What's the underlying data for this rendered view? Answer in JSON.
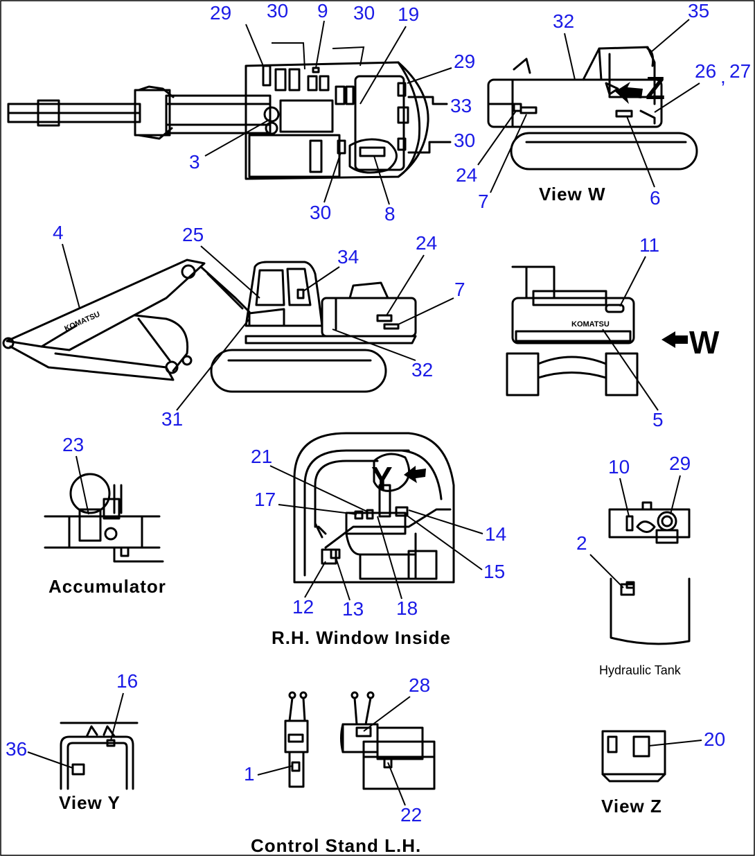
{
  "captions": {
    "view_w": "View W",
    "accumulator": "Accumulator",
    "rh_window": "R.H. Window Inside",
    "hydraulic_tank": "Hydraulic Tank",
    "view_y": "View Y",
    "control_stand": "Control Stand L.H.",
    "view_z": "View Z"
  },
  "markers": {
    "z": "Z",
    "w": "W",
    "y": "Y",
    "brand": "KOMATSU"
  },
  "callouts": {
    "top_view": [
      "29",
      "30",
      "9",
      "30",
      "19",
      "29",
      "33",
      "30",
      "3",
      "30",
      "8"
    ],
    "view_w": [
      "32",
      "35",
      "26",
      ",",
      "27",
      "24",
      "7",
      "6"
    ],
    "side_view": [
      "4",
      "25",
      "34",
      "24",
      "7",
      "32",
      "31"
    ],
    "rear_view": [
      "11",
      "5"
    ],
    "accumulator": [
      "23"
    ],
    "rh_window": [
      "21",
      "17",
      "14",
      "15",
      "12",
      "13",
      "18"
    ],
    "hydraulic_tank": [
      "10",
      "29",
      "2"
    ],
    "view_y": [
      "16",
      "36"
    ],
    "control_stand": [
      "28",
      "1",
      "22"
    ],
    "view_z": [
      "20"
    ]
  },
  "colors": {
    "callout": "#1a1ae6",
    "line": "#000000",
    "background": "#ffffff"
  }
}
